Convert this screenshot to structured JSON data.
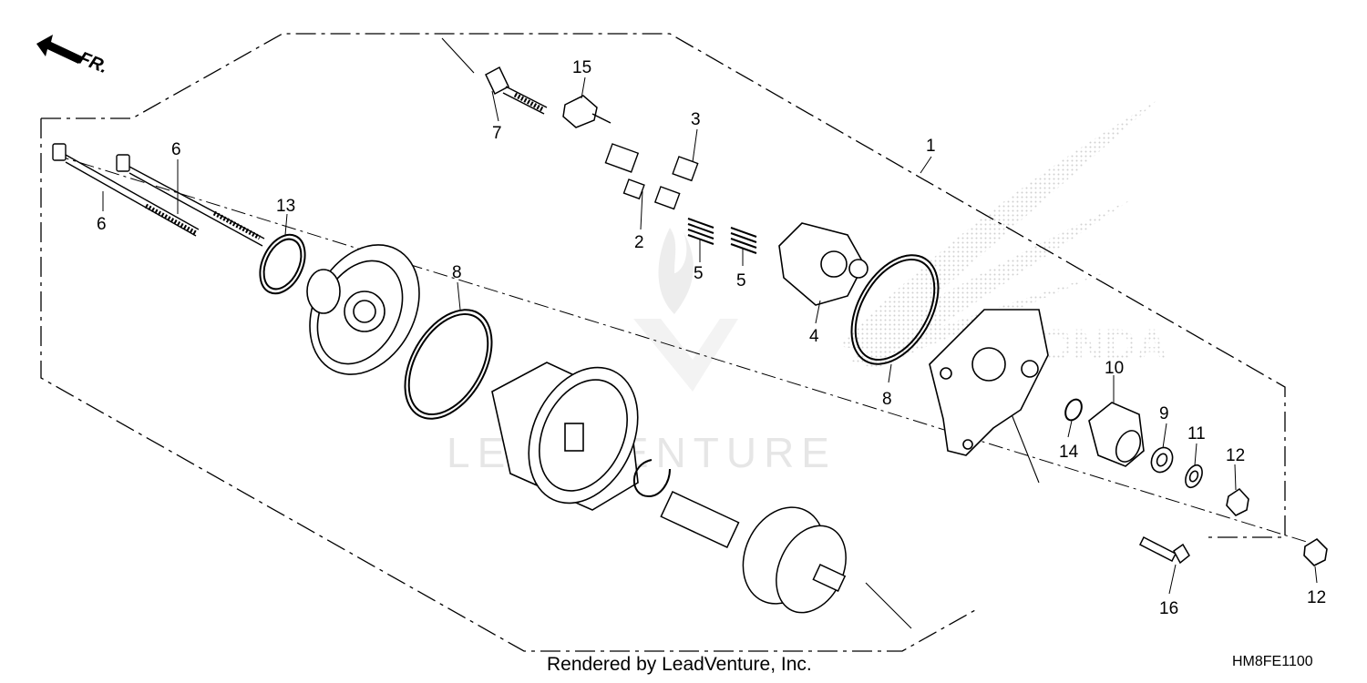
{
  "orientation": {
    "label": "FR."
  },
  "watermark": "LEADVENTURE",
  "footer": {
    "credit": "Rendered by LeadVenture, Inc.",
    "part_code": "HM8FE1100"
  },
  "callouts": [
    "1",
    "2",
    "3",
    "4",
    "5",
    "5",
    "6",
    "6",
    "7",
    "8",
    "8",
    "9",
    "10",
    "11",
    "12",
    "12",
    "13",
    "14",
    "15",
    "16"
  ]
}
